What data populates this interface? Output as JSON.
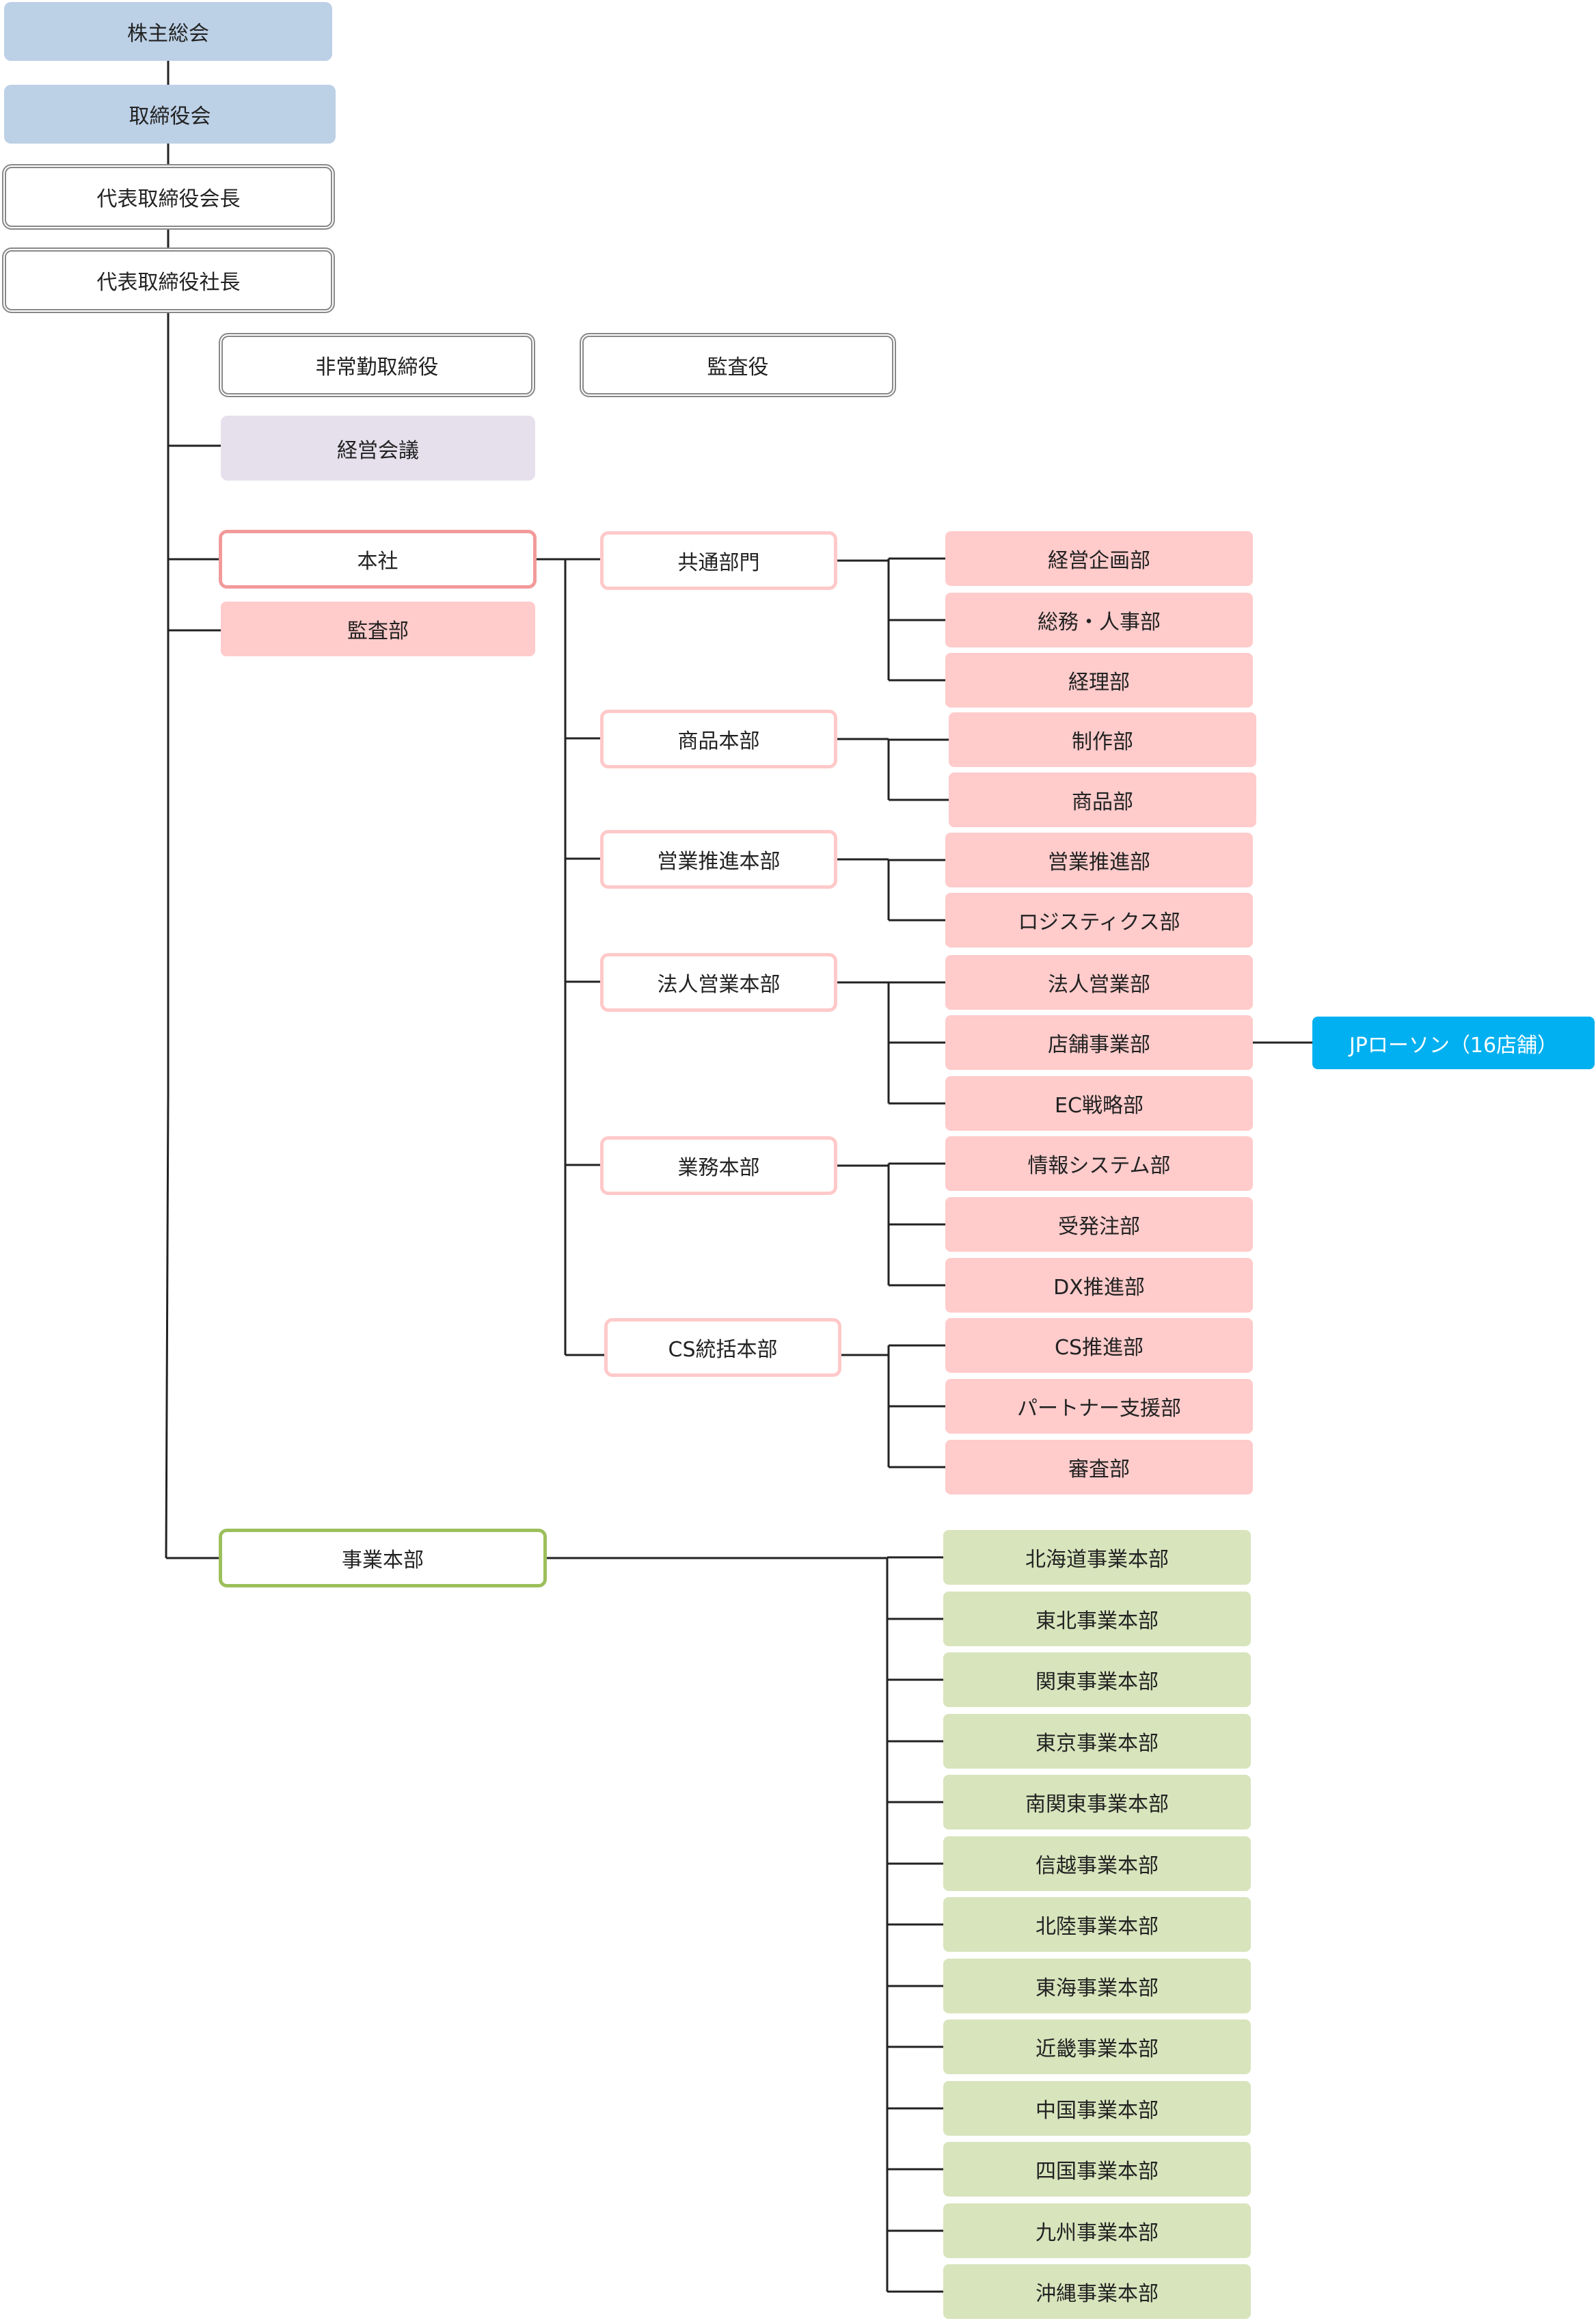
{
  "top": {
    "shareholders": "株主総会",
    "board": "取締役会",
    "chairman": "代表取締役会長",
    "president": "代表取締役社長"
  },
  "oversight": {
    "outside_director": "非常勤取締役",
    "auditor": "監査役",
    "mgmt_meeting": "経営会議"
  },
  "hq": {
    "label": "本社",
    "audit_dept": "監査部",
    "groups": [
      {
        "label": "共通部門",
        "depts": [
          "経営企画部",
          "総務・人事部",
          "経理部"
        ]
      },
      {
        "label": "商品本部",
        "depts": [
          "制作部",
          "商品部"
        ]
      },
      {
        "label": "営業推進本部",
        "depts": [
          "営業推進部",
          "ロジスティクス部"
        ]
      },
      {
        "label": "法人営業本部",
        "depts": [
          "法人営業部",
          "店舗事業部",
          "EC戦略部"
        ]
      },
      {
        "label": "業務本部",
        "depts": [
          "情報システム部",
          "受発注部",
          "DX推進部"
        ]
      },
      {
        "label": "CS統括本部",
        "depts": [
          "CS推進部",
          "パートナー支援部",
          "審査部"
        ]
      }
    ],
    "jp_lawson": "JPローソン（16店舗）"
  },
  "business": {
    "label": "事業本部",
    "regions": [
      "北海道事業本部",
      "東北事業本部",
      "関東事業本部",
      "東京事業本部",
      "南関東事業本部",
      "信越事業本部",
      "北陸事業本部",
      "東海事業本部",
      "近畿事業本部",
      "中国事業本部",
      "四国事業本部",
      "九州事業本部",
      "沖縄事業本部"
    ]
  },
  "colors": {
    "line": "#222222",
    "blue": "#bcd0e6",
    "pink": "#ffcbcb",
    "green": "#d8e4bc",
    "lavender": "#e5e0ec",
    "cyan": "#00b0f0"
  }
}
